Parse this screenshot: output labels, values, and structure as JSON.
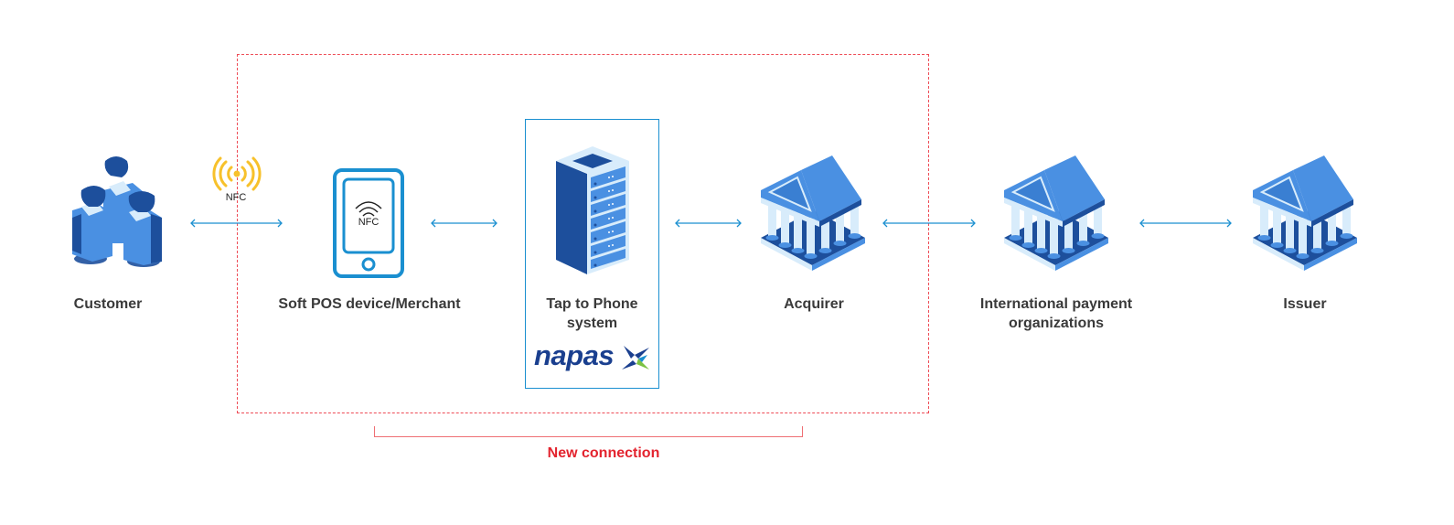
{
  "diagram": {
    "nodes": [
      {
        "id": "customer",
        "label_lines": [
          "Customer"
        ],
        "icon": "people-group-icon"
      },
      {
        "id": "softpos",
        "label_lines": [
          "Soft POS device/Merchant"
        ],
        "icon": "smartphone-nfc-icon",
        "icon_text": "NFC"
      },
      {
        "id": "tap_to_phone",
        "label_lines": [
          "Tap to Phone",
          "system"
        ],
        "icon": "server-rack-icon",
        "brand": "napas"
      },
      {
        "id": "acquirer",
        "label_lines": [
          "Acquirer"
        ],
        "icon": "bank-building-icon"
      },
      {
        "id": "intl_payment",
        "label_lines": [
          "International payment",
          "organizations"
        ],
        "icon": "bank-building-icon"
      },
      {
        "id": "issuer",
        "label_lines": [
          "Issuer"
        ],
        "icon": "bank-building-icon"
      }
    ],
    "connections": [
      {
        "from": "customer",
        "to": "softpos",
        "type": "bidirectional",
        "annotation": "NFC"
      },
      {
        "from": "softpos",
        "to": "tap_to_phone",
        "type": "bidirectional"
      },
      {
        "from": "tap_to_phone",
        "to": "acquirer",
        "type": "bidirectional"
      },
      {
        "from": "acquirer",
        "to": "intl_payment",
        "type": "bidirectional"
      },
      {
        "from": "intl_payment",
        "to": "issuer",
        "type": "bidirectional"
      }
    ],
    "nfc_signal_label": "NFC",
    "highlight_region_caption": "New connection",
    "colors": {
      "primary_blue": "#4a90e2",
      "dark_blue": "#1d4f9c",
      "light_blue": "#d8ecfb",
      "arrow": "#1a8fd0",
      "dashed_border": "#ee4c56",
      "caption_red": "#e3232e",
      "nfc_yellow": "#f7c12b",
      "label_text": "#3a3a3a"
    }
  }
}
